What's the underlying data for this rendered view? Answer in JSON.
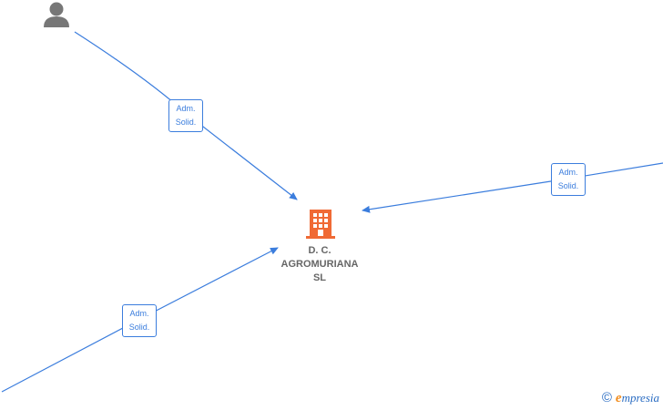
{
  "company": {
    "name_lines": [
      "D. C.",
      "AGROMURIANA",
      "SL"
    ],
    "icon": "building-icon",
    "color": "#f06a35"
  },
  "person": {
    "icon": "person-icon",
    "color": "#777777"
  },
  "edges": [
    {
      "label_line1": "Adm.",
      "label_line2": "Solid."
    },
    {
      "label_line1": "Adm.",
      "label_line2": "Solid."
    },
    {
      "label_line1": "Adm.",
      "label_line2": "Solid."
    }
  ],
  "edge_color": "#3b7ddd",
  "footer": {
    "copyright_symbol": "©",
    "brand_first": "e",
    "brand_rest": "mpresia"
  }
}
